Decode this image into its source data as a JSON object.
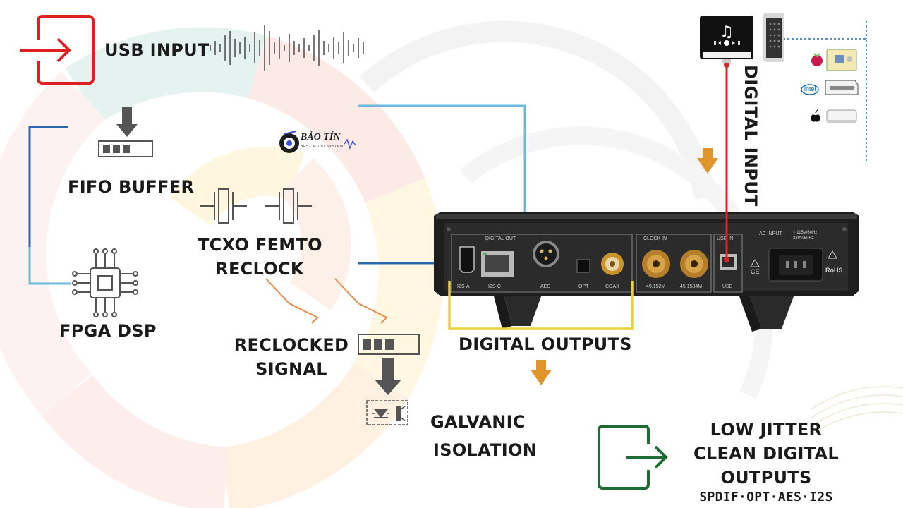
{
  "colors": {
    "usb_red": "#e02020",
    "blue_line": "#6bb8e0",
    "dark_blue_line": "#2a68ae",
    "yellow_line": "#e8d23a",
    "orange_arrow": "#e0952a",
    "green_output": "#1f6b35",
    "signal_red": "#e22222"
  },
  "labels": {
    "usb_input": "USB INPUT",
    "fifo_buffer": "FIFO BUFFER",
    "tcxo_line1": "TCXO FEMTO",
    "tcxo_line2": "RECLOCK",
    "fpga_dsp": "FPGA DSP",
    "reclocked_line1": "RECLOCKED",
    "reclocked_line2": "SIGNAL",
    "galvanic_line1": "GALVANIC",
    "galvanic_line2": "ISOLATION",
    "digital_outputs": "DIGITAL OUTPUTS",
    "digital_input": "DIGITAL INPUT",
    "low_jitter": "LOW JITTER",
    "clean_digital": "CLEAN DIGITAL",
    "outputs": "OUTPUTS",
    "formats": "SPDIF·OPT·AES·I2S"
  },
  "logo": {
    "name": "BẢO TÍN",
    "tagline": "BEST AUDIO SYSTEM"
  },
  "device": {
    "digital_out": "DIGITAL OUT",
    "clock_in": "CLOCK IN",
    "usb_in": "USB IN",
    "ac_input": "AC INPUT",
    "voltage": "~ 115V/60Hz 230V/50Hz",
    "ports": {
      "i2s_a": "I2S-A",
      "i2s_c": "I2S-C",
      "aes": "AES",
      "opt": "OPT",
      "coax": "COAX",
      "clk1": "49.152M",
      "clk2": "45.1584M",
      "usb": "USB"
    },
    "rohs": "RoHS",
    "ce": "CE"
  },
  "sources": {
    "intel_badge": "intel"
  }
}
